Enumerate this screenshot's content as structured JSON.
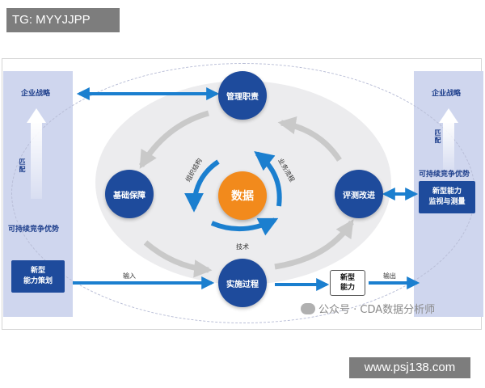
{
  "tag_banner": "TG: MYYJJPP",
  "site_banner": "www.psj138.com",
  "watermark": "公众号 · CDA数据分析师",
  "left_panel": {
    "top_label": "企业战略",
    "match_label": "匹配",
    "mid_label": "可持续竞争优势",
    "box_line1": "新型",
    "box_line2": "能力策划"
  },
  "right_panel": {
    "top_label": "企业战略",
    "match_label": "匹配",
    "mid_label": "可持续竞争优势",
    "box_line1": "新型能力",
    "box_line2": "监视与测量"
  },
  "nodes": {
    "top": "管理职责",
    "left": "基础保障",
    "right": "评测改进",
    "bottom": "实施过程",
    "center": "数据"
  },
  "labels": {
    "org_structure": "组织结构",
    "business_process": "业务流程",
    "technology": "技术",
    "input": "输入",
    "output": "输出"
  },
  "new_capability_box": {
    "line1": "新型",
    "line2": "能力"
  },
  "colors": {
    "node_blue": "#1e4b9c",
    "center_orange": "#f28a1c",
    "panel_lavender": "#cfd6ee",
    "arrow_blue": "#1b7fcf",
    "arrow_gray": "#c4c4c4"
  }
}
